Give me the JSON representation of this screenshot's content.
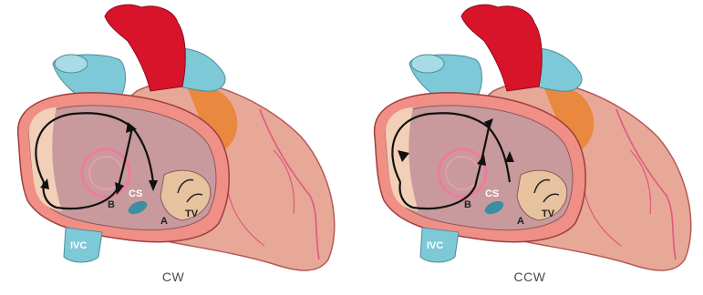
{
  "panels": [
    {
      "caption": "CW",
      "labels": {
        "b": "B",
        "cs": "CS",
        "a": "A",
        "tv": "TV",
        "ivc": "IVC"
      },
      "direction": "clockwise"
    },
    {
      "caption": "CCW",
      "labels": {
        "b": "B",
        "cs": "CS",
        "a": "A",
        "tv": "TV",
        "ivc": "IVC"
      },
      "direction": "counterclockwise"
    }
  ],
  "colors": {
    "aorta": "#d8142a",
    "vessel": "#7ec9d8",
    "heart": "#e7a898",
    "atrium_rim": "#f08f86",
    "atrium_inner": "#c89a9d",
    "orange": "#e9883e",
    "tricuspid": "#e7c29f",
    "coronary": "#e2577e",
    "arrow": "#111111",
    "coronary_sinus_os": "#3c8ea2"
  }
}
